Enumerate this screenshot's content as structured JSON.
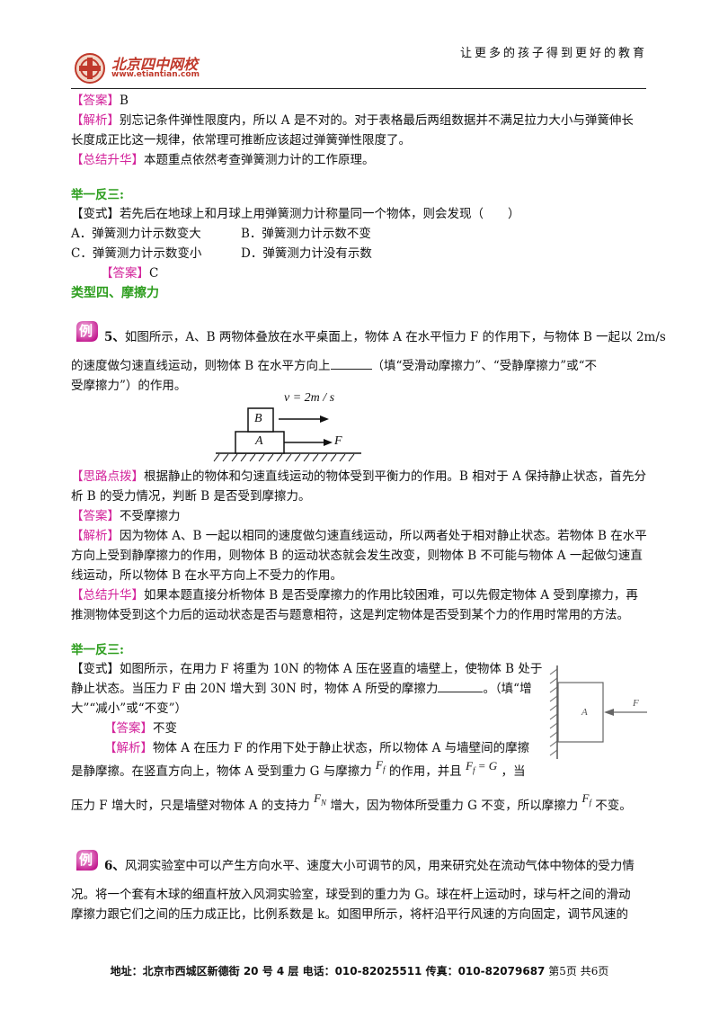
{
  "header": {
    "slogan": "让更多的孩子得到更好的教育",
    "logo_cn": "北京四中网校",
    "logo_url": "www.etiantian.com"
  },
  "sec1": {
    "answer_tag": "【答案】",
    "answer_val": "B",
    "analysis_tag": "【解析】",
    "analysis_l1": "别忘记条件弹性限度内，所以 A 是不对的。对于表格最后两组数据并不满足拉力大小与弹簧伸长",
    "analysis_l2": "长度成正比这一规律，依常理可推断应该超过弹簧弹性限度了。",
    "summary_tag": "【总结升华】",
    "summary_text": "本题重点依然考查弹簧测力计的工作原理。"
  },
  "sec2": {
    "heading": "举一反三:",
    "variant": "【变式】若先后在地球上和月球上用弹簧测力计称量同一个物体，则会发现（　　）",
    "opt_a": "A．弹簧测力计示数变大",
    "opt_b": "B．弹簧测力计示数不变",
    "opt_c": "C．弹簧测力计示数变小",
    "opt_d": "D．弹簧测力计没有示数",
    "answer_tag": "【答案】",
    "answer_val": "C"
  },
  "type4": "类型四、摩擦力",
  "ex5": {
    "badge": "例",
    "num": "5、",
    "l1": "如图所示，A、B 两物体叠放在水平桌面上，物体 A 在水平恒力 F 的作用下，与物体 B 一起以 2m/s",
    "l2a": "的速度做匀速直线运动，则物体 B 在水平方向上",
    "l2b": "（填“受滑动摩擦力”、“受静摩擦力”或“不",
    "l3": "受摩擦力”）的作用。",
    "fig_v": "v = 2m / s",
    "fig_b": "B",
    "fig_a": "A",
    "fig_f": "F",
    "hint_tag": "【思路点拨】",
    "hint_l1": "根据静止的物体和匀速直线运动的物体受到平衡力的作用。B 相对于 A 保持静止状态，首先分",
    "hint_l2": "析 B 的受力情况，判断 B 是否受到摩擦力。",
    "answer_tag": "【答案】",
    "answer_val": "不受摩擦力",
    "analysis_tag": "【解析】",
    "analysis_l1": "因为物体 A、B 一起以相同的速度做匀速直线运动，所以两者处于相对静止状态。若物体 B 在水平",
    "analysis_l2": "方向上受到静摩擦力的作用，则物体 B 的运动状态就会发生改变，则物体 B 不可能与物体 A 一起做匀速直",
    "analysis_l3": "线运动，所以物体 B 在水平方向上不受力的作用。",
    "summary_tag": "【总结升华】",
    "summary_l1": "如果本题直接分析物体 B 是否受摩擦力的作用比较困难，可以先假定物体 A 受到摩擦力，再",
    "summary_l2": "推测物体受到这个力后的运动状态是否与题意相符，这是判定物体是否受到某个力的作用时常用的方法。"
  },
  "sec3": {
    "heading": "举一反三:",
    "v_l1": "【变式】如图所示，在用力 F 将重为 10N 的物体 A 压在竖直的墙壁上，使物体 B 处于",
    "v_l2a": "静止状态。当压力 F 由 20N 增大到 30N 时，物体 A 所受的摩擦力",
    "v_l2b": "。（填“增",
    "v_l3": "大”“减小”或“不变”）",
    "answer_tag": "【答案】",
    "answer_val": "不变",
    "analysis_tag": "【解析】",
    "an_l1": "物体 A 在压力 F 的作用下处于静止状态，所以物体 A 与墙壁间的摩擦",
    "an_l2a": "是静摩擦。在竖直方向上，物体 A 受到重力 G 与摩擦力",
    "f_sym": "F",
    "f_sub": "f",
    "an_l2b": "的作用，并且",
    "eq_rhs": "= G",
    "an_l2c": "，当",
    "an_l3a": "压力 F 增大时，只是墙壁对物体 A 的支持力",
    "fn_sub": "N",
    "an_l3b": "增大，因为物体所受重力 G 不变，所以摩擦力",
    "an_l3c": "不变。",
    "fig_a": "A",
    "fig_f": "F"
  },
  "ex6": {
    "badge": "例",
    "num": "6、",
    "l1": "风洞实验室中可以产生方向水平、速度大小可调节的风，用来研究处在流动气体中物体的受力情",
    "l2": "况。将一个套有木球的细直杆放入风洞实验室，球受到的重力为 G。球在杆上运动时，球与杆之间的滑动",
    "l3": "摩擦力跟它们之间的压力成正比，比例系数是 k。如图甲所示，将杆沿平行风速的方向固定，调节风速的"
  },
  "footer": {
    "address": "地址：北京市西城区新德街 20 号 4 层  电话：010-82025511  传真：010-82079687",
    "page": "第5页  共6页"
  },
  "colors": {
    "tag": "#d3249b",
    "heading": "#2e9e1f",
    "logo": "#c0392b"
  }
}
